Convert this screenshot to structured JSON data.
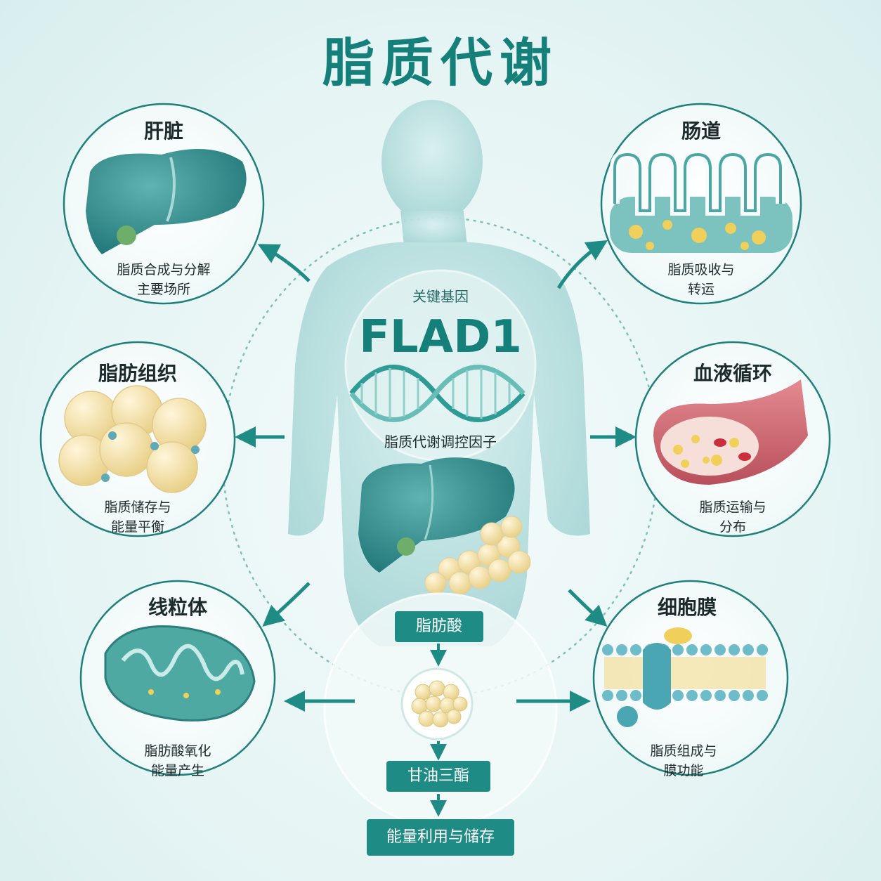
{
  "title": "脂质代谢",
  "gene": {
    "caption": "关键基因",
    "name": "FLAD1",
    "role": "脂质代谢调控因子"
  },
  "organs": [
    {
      "name": "肝脏",
      "desc_line1": "脂质合成与分解",
      "desc_line2": "主要场所"
    },
    {
      "name": "肠道",
      "desc_line1": "脂质吸收与",
      "desc_line2": "转运"
    },
    {
      "name": "脂肪组织",
      "desc_line1": "脂质储存与",
      "desc_line2": "能量平衡"
    },
    {
      "name": "血液循环",
      "desc_line1": "脂质运输与",
      "desc_line2": "分布"
    },
    {
      "name": "线粒体",
      "desc_line1": "脂肪酸氧化",
      "desc_line2": "能量产生"
    },
    {
      "name": "细胞膜",
      "desc_line1": "脂质组成与",
      "desc_line2": "膜功能"
    }
  ],
  "flow": {
    "step1": "脂肪酸",
    "step2": "甘油三酯",
    "step3": "能量利用与储存"
  },
  "colors": {
    "teal": "#1e8b84",
    "title": "#157f7a",
    "organ_teal": "#3a9a98",
    "fat": "#f3e2a8",
    "vessel": "#d9707a"
  }
}
